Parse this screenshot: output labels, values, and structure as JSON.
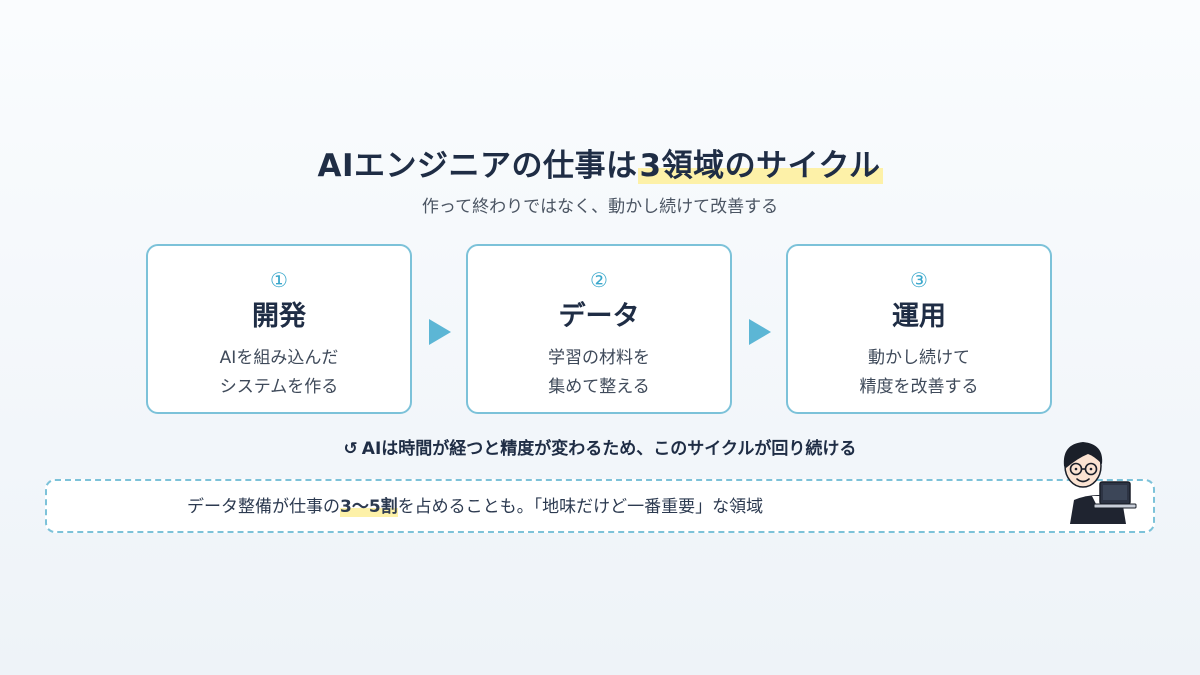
{
  "title": {
    "prefix": "AIエンジニアの仕事は",
    "highlight": "3領域のサイクル"
  },
  "subtitle": "作って終わりではなく、動かし続けて改善する",
  "steps": [
    {
      "number": "①",
      "title": "開発",
      "desc_line1": "AIを組み込んだ",
      "desc_line2": "システムを作る"
    },
    {
      "number": "②",
      "title": "データ",
      "desc_line1": "学習の材料を",
      "desc_line2": "集めて整える"
    },
    {
      "number": "③",
      "title": "運用",
      "desc_line1": "動かし続けて",
      "desc_line2": "精度を改善する"
    }
  ],
  "cycle_note": {
    "icon": "↺",
    "text": "AIは時間が経つと精度が変わるため、このサイクルが回り続ける"
  },
  "callout": {
    "before": "データ整備が仕事の",
    "highlight": "3〜5割",
    "after": "を占めることも。「地味だけど一番重要」な領域"
  },
  "colors": {
    "accent": "#5cb6d5",
    "border": "#7cc2d9",
    "highlight": "#fdf1a8",
    "text_dark": "#1f2d45"
  }
}
